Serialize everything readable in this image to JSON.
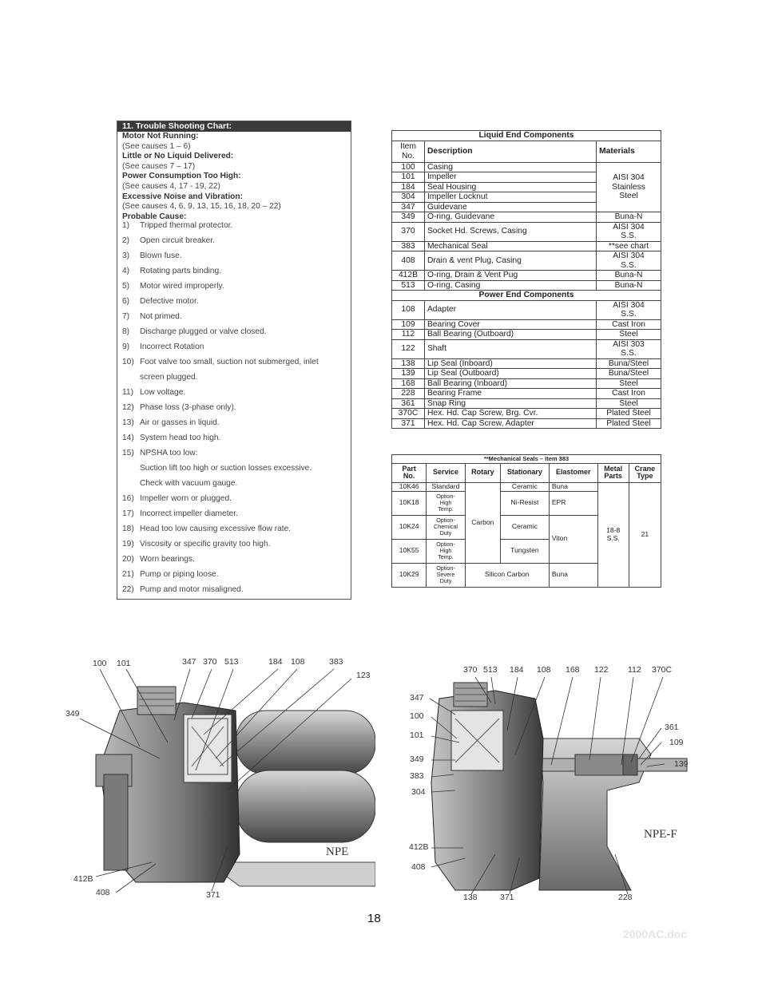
{
  "troubleshooting": {
    "title": "11. Trouble Shooting Chart:",
    "categories": [
      {
        "label": "Motor Not Running:",
        "ref": "(See causes 1 – 6)"
      },
      {
        "label": "Little or No Liquid Delivered:",
        "ref": "(See causes 7 – 17)"
      },
      {
        "label": "Power Consumption Too High:",
        "ref": "(See causes 4, 17 - 19, 22)"
      },
      {
        "label": "Excessive Noise and Vibration:",
        "ref": "(See causes 4, 6, 9, 13, 15, 16, 18, 20 – 22)"
      }
    ],
    "probable_cause_label": "Probable Cause:",
    "causes": [
      {
        "n": "1)",
        "text": "Tripped thermal protector."
      },
      {
        "n": "2)",
        "text": "Open circuit breaker."
      },
      {
        "n": "3)",
        "text": "Blown fuse."
      },
      {
        "n": "4)",
        "text": "Rotating parts binding."
      },
      {
        "n": "5)",
        "text": "Motor wired improperly."
      },
      {
        "n": "6)",
        "text": "Defective motor."
      },
      {
        "n": "7)",
        "text": "Not primed."
      },
      {
        "n": "8)",
        "text": "Discharge plugged or valve closed."
      },
      {
        "n": "9)",
        "text": "Incorrect Rotation"
      },
      {
        "n": "10)",
        "text": "Foot valve too small, suction not submerged, inlet",
        "cont": "screen plugged."
      },
      {
        "n": "11)",
        "text": "Low voltage."
      },
      {
        "n": "12)",
        "text": "Phase loss (3-phase only)."
      },
      {
        "n": "13)",
        "text": "Air or gasses in liquid."
      },
      {
        "n": "14)",
        "text": "System head too high."
      },
      {
        "n": "15)",
        "text": "NPSHA too low:",
        "cont": "Suction lift too high or suction losses excessive.",
        "cont2": "Check with vacuum gauge."
      },
      {
        "n": "16)",
        "text": "Impeller worn or plugged."
      },
      {
        "n": "17)",
        "text": "Incorrect impeller diameter."
      },
      {
        "n": "18)",
        "text": "Head too low causing excessive flow rate."
      },
      {
        "n": "19)",
        "text": "Viscosity or specific gravity too high."
      },
      {
        "n": "20)",
        "text": "Worn bearings."
      },
      {
        "n": "21)",
        "text": "Pump or piping loose."
      },
      {
        "n": "22)",
        "text": "Pump and motor misaligned."
      }
    ]
  },
  "components": {
    "liquid_title": "Liquid End Components",
    "power_title": "Power End Components",
    "h_item": "Item No.",
    "h_desc": "Description",
    "h_mat": "Materials",
    "group_material": "AISI 304 Stainless Steel",
    "liquid_rows": [
      {
        "item": "100",
        "desc": "Casing"
      },
      {
        "item": "101",
        "desc": "Impeller"
      },
      {
        "item": "184",
        "desc": "Seal Housing"
      },
      {
        "item": "304",
        "desc": "Impeller Locknut"
      },
      {
        "item": "347",
        "desc": "Guidevane"
      },
      {
        "item": "349",
        "desc": "O-ring, Guidevane",
        "mat": "Buna-N"
      },
      {
        "item": "370",
        "desc": "Socket Hd. Screws, Casing",
        "mat": "AISI 304 S.S."
      },
      {
        "item": "383",
        "desc": "Mechanical Seal",
        "mat": "**see chart"
      },
      {
        "item": "408",
        "desc": "Drain & vent Plug, Casing",
        "mat": "AISI 304 S.S."
      },
      {
        "item": "412B",
        "desc": "O-ring, Drain & Vent Pug",
        "mat": "Buna-N"
      },
      {
        "item": "513",
        "desc": "O-ring, Casing",
        "mat": "Buna-N"
      }
    ],
    "power_rows": [
      {
        "item": "108",
        "desc": "Adapter",
        "mat": "AISI 304 S.S."
      },
      {
        "item": "109",
        "desc": "Bearing Cover",
        "mat": "Cast Iron"
      },
      {
        "item": "112",
        "desc": "Ball Bearing (Outboard)",
        "mat": "Steel"
      },
      {
        "item": "122",
        "desc": "Shaft",
        "mat": "AISI 303 S.S."
      },
      {
        "item": "138",
        "desc": "Lip Seal (Inboard)",
        "mat": "Buna/Steel"
      },
      {
        "item": "139",
        "desc": "Lip Seal (Outboard)",
        "mat": "Buna/Steel"
      },
      {
        "item": "168",
        "desc": "Ball Bearing (Inboard)",
        "mat": "Steel"
      },
      {
        "item": "228",
        "desc": "Bearing Frame",
        "mat": "Cast Iron"
      },
      {
        "item": "361",
        "desc": "Snap Ring",
        "mat": "Steel"
      },
      {
        "item": "370C",
        "desc": "Hex. Hd. Cap Screw, Brg. Cvr.",
        "mat": "Plated Steel"
      },
      {
        "item": "371",
        "desc": "Hex. Hd. Cap Screw, Adapter",
        "mat": "Plated Steel"
      }
    ]
  },
  "seals": {
    "title": "**Mechanical Seals – Item 383",
    "headers": [
      "Part No.",
      "Service",
      "Rotary",
      "Stationary",
      "Elastomer",
      "Metal Parts",
      "Crane Type"
    ],
    "rotary_shared": "Carbon",
    "elastomer_shared": "Viton",
    "metal_shared": "18-8 S.S.",
    "crane_shared": "21",
    "rows": [
      {
        "part": "10K46",
        "service": "Standard",
        "stationary": "Ceramic",
        "elastomer": "Buna"
      },
      {
        "part": "10K18",
        "service": "Option-High Temp.",
        "stationary": "Ni-Resist",
        "elastomer": "EPR"
      },
      {
        "part": "10K24",
        "service": "Option-Chemical Duty",
        "stationary": "Ceramic"
      },
      {
        "part": "10K55",
        "service": "Option-High Temp.",
        "stationary": "Tungsten"
      },
      {
        "part": "10K29",
        "service": "Option-Severe Duty",
        "stationary": "Silicon Carbon",
        "elastomer": "Buna"
      }
    ]
  },
  "diagram_npe": {
    "model": "NPE",
    "callouts": [
      "100",
      "101",
      "347",
      "370",
      "513",
      "184",
      "108",
      "383",
      "123",
      "349",
      "412B",
      "408",
      "371"
    ]
  },
  "diagram_npef": {
    "model": "NPE-F",
    "callouts": [
      "370",
      "513",
      "184",
      "108",
      "168",
      "122",
      "112",
      "370C",
      "347",
      "100",
      "101",
      "361",
      "109",
      "349",
      "139",
      "383",
      "304",
      "412B",
      "408",
      "138",
      "371",
      "228"
    ]
  },
  "footer": {
    "page_number": "18",
    "doc_name": "2000AC.doc"
  }
}
